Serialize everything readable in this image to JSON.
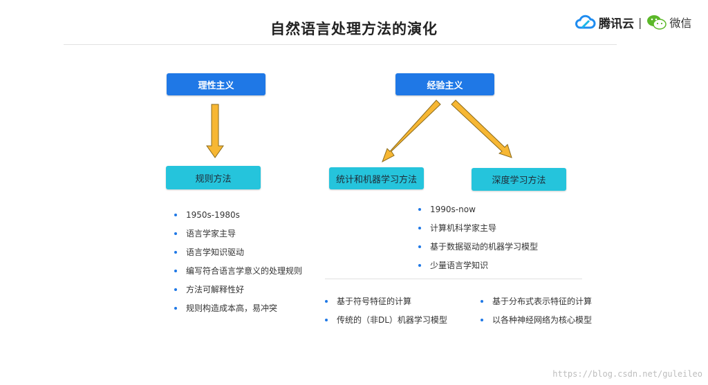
{
  "title": "自然语言处理方法的演化",
  "brand": {
    "tencent_cloud": "腾讯云",
    "separator": "|",
    "wechat": "微信",
    "tencent_icon": "cloud-logo-icon",
    "wechat_icon": "wechat-logo-icon"
  },
  "nodes": {
    "rationalism": "理性主义",
    "empiricism": "经验主义",
    "rule_method": "规则方法",
    "statistical_ml": "统计和机器学习方法",
    "deep_learning": "深度学习方法"
  },
  "rule_points": [
    "1950s-1980s",
    "语言学家主导",
    "语言学知识驱动",
    "编写符合语言学意义的处理规则",
    "方法可解释性好",
    "规则构造成本高，易冲突"
  ],
  "empirical_points": [
    "1990s-now",
    "计算机科学家主导",
    "基于数据驱动的机器学习模型",
    "少量语言学知识"
  ],
  "statistical_points": [
    "基于符号特征的计算",
    "传统的（非DL）机器学习模型"
  ],
  "deep_points": [
    "基于分布式表示特征的计算",
    "以各种神经网络为核心模型"
  ],
  "watermark": "https://blog.csdn.net/guleileo",
  "colors": {
    "primary_box": "#1f78e6",
    "secondary_box": "#25c4dc",
    "arrow_fill": "#f7b733",
    "arrow_stroke": "#8a6a1c",
    "bullet": "#1f78e6"
  }
}
